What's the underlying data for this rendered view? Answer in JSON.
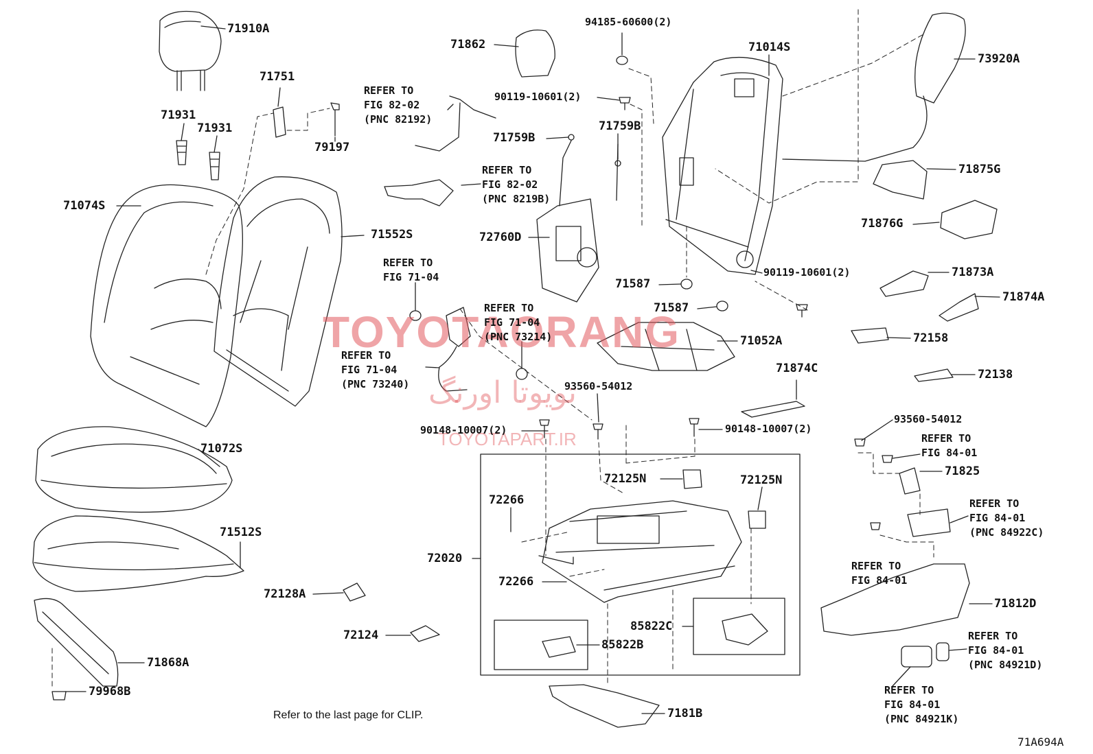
{
  "watermark": {
    "latin": "TOYOTAORANG",
    "persian": "تویوتا اورنگ",
    "url": "TOYOTAPART.IR"
  },
  "footer": {
    "note": "Refer to the last page for CLIP.",
    "code": "71A694A"
  },
  "labels": {
    "p71910A": "71910A",
    "p71931a": "71931",
    "p71931b": "71931",
    "p71751": "71751",
    "p79197": "79197",
    "p71074S": "71074S",
    "p71552S": "71552S",
    "p71072S": "71072S",
    "p71512S": "71512S",
    "p71868A": "71868A",
    "p79968B": "79968B",
    "p71862": "71862",
    "p94185": "94185-60600(2)",
    "p90119a": "90119-10601(2)",
    "p71759Ba": "71759B",
    "p71759Bb": "71759B",
    "p72760D": "72760D",
    "p71014S": "71014S",
    "p71587a": "71587",
    "p71587b": "71587",
    "p71052A": "71052A",
    "p90119b": "90119-10601(2)",
    "p73920A": "73920A",
    "p71875G": "71875G",
    "p71876G": "71876G",
    "p71873A": "71873A",
    "p71874A": "71874A",
    "p72158": "72158",
    "p72138": "72138",
    "p71874C": "71874C",
    "p93560a": "93560-54012",
    "p90148a": "90148-10007(2)",
    "p90148b": "90148-10007(2)",
    "p72125Na": "72125N",
    "p72125Nb": "72125N",
    "p72266a": "72266",
    "p72266b": "72266",
    "p72020": "72020",
    "p85822C": "85822C",
    "p85822B": "85822B",
    "p72128A": "72128A",
    "p72124": "72124",
    "p7181B": "7181B",
    "p93560b": "93560-54012",
    "p71825": "71825",
    "p71812D": "71812D"
  },
  "refs": {
    "r1": "REFER TO\nFIG 82-02\n(PNC 82192)",
    "r2": "REFER TO\nFIG 82-02\n(PNC 8219B)",
    "r3": "REFER TO\nFIG 71-04",
    "r4": "REFER TO\nFIG 71-04\n(PNC 73214)",
    "r5": "REFER TO\nFIG 71-04\n(PNC 73240)",
    "r6": "REFER TO\nFIG 84-01",
    "r7": "REFER TO\nFIG 84-01\n(PNC 84922C)",
    "r8": "REFER TO\nFIG 84-01",
    "r9": "REFER TO\nFIG 84-01\n(PNC 84921D)",
    "r10": "REFER TO\nFIG 84-01\n(PNC 84921K)"
  }
}
